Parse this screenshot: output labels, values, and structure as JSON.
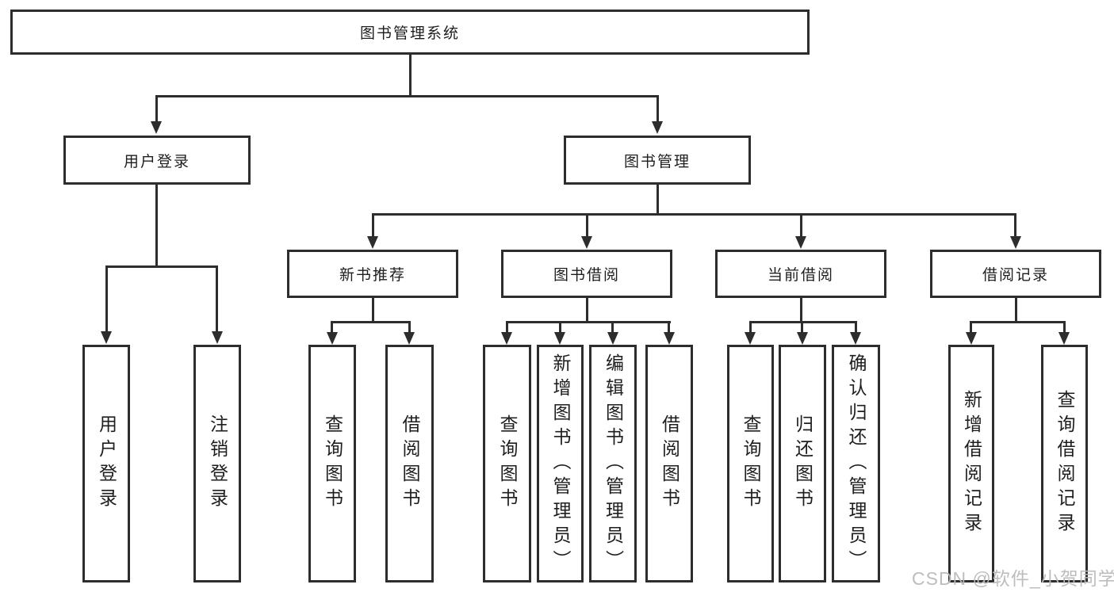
{
  "nodes": {
    "root": "图书管理系统",
    "user_login": "用户登录",
    "book_mgmt": "图书管理",
    "new_book_rec": "新书推荐",
    "book_borrow": "图书借阅",
    "current_borrow": "当前借阅",
    "borrow_records": "借阅记录",
    "leaf_user_login": "用户登录",
    "leaf_logout": "注销登录",
    "leaf_query_books_rec": "查询图书",
    "leaf_borrow_books_rec": "借阅图书",
    "leaf_query_books_borrow": "查询图书",
    "leaf_add_books_admin": "新增图书（管理员）",
    "leaf_edit_books_admin": "编辑图书（管理员）",
    "leaf_borrow_books_borrow": "借阅图书",
    "leaf_query_books_current": "查询图书",
    "leaf_return_books": "归还图书",
    "leaf_confirm_return_admin": "确认归还（管理员）",
    "leaf_add_borrow_record": "新增借阅记录",
    "leaf_query_borrow_record": "查询借阅记录"
  },
  "watermark": "CSDN @软件_小贺同学",
  "icons": {
    "arrow_down": "▼"
  },
  "colors": {
    "line": "#2d2d2d",
    "text": "#1e1e1e",
    "box_background": "#ffffff",
    "watermark": "#b9b9b9"
  }
}
